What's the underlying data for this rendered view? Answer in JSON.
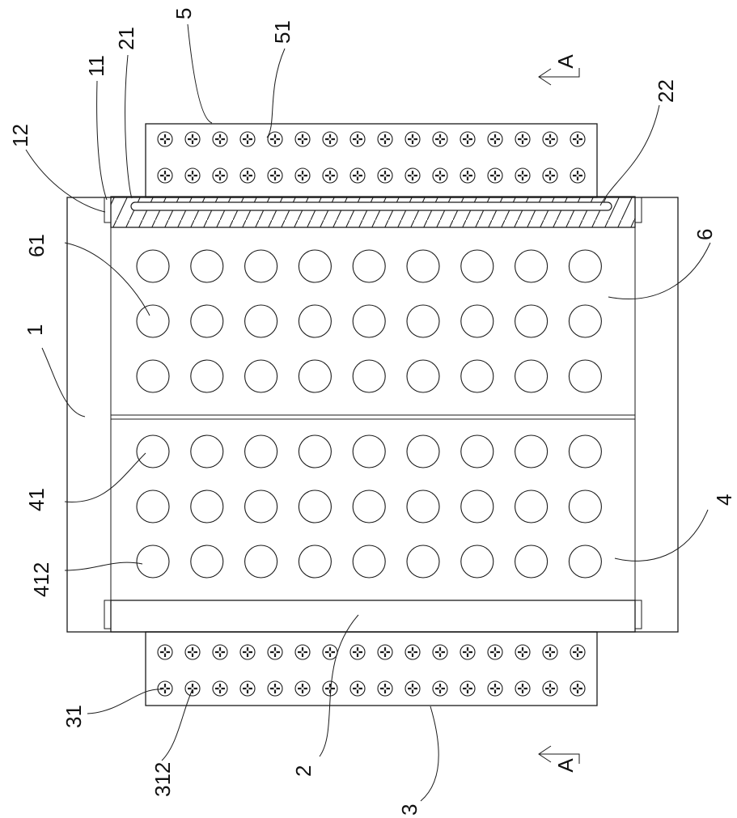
{
  "figure": {
    "section_mark_top": "A",
    "section_mark_bottom": "A"
  },
  "labels": {
    "l5": "5",
    "l51": "51",
    "l21": "21",
    "l11": "11",
    "l12": "12",
    "l22": "22",
    "l61": "61",
    "l6": "6",
    "l1": "1",
    "l41": "41",
    "l4": "4",
    "l412": "412",
    "l31": "31",
    "l312": "312",
    "l2": "2",
    "l3": "3"
  },
  "components": {
    "top_block_screw_rows": 2,
    "top_block_screw_cols": 16,
    "bottom_block_screw_rows": 2,
    "bottom_block_screw_cols": 16,
    "upper_hole_rows": 3,
    "lower_hole_rows": 3,
    "hole_cols": 9
  },
  "colors": {
    "line": "#1a1a1a",
    "background": "#ffffff"
  }
}
